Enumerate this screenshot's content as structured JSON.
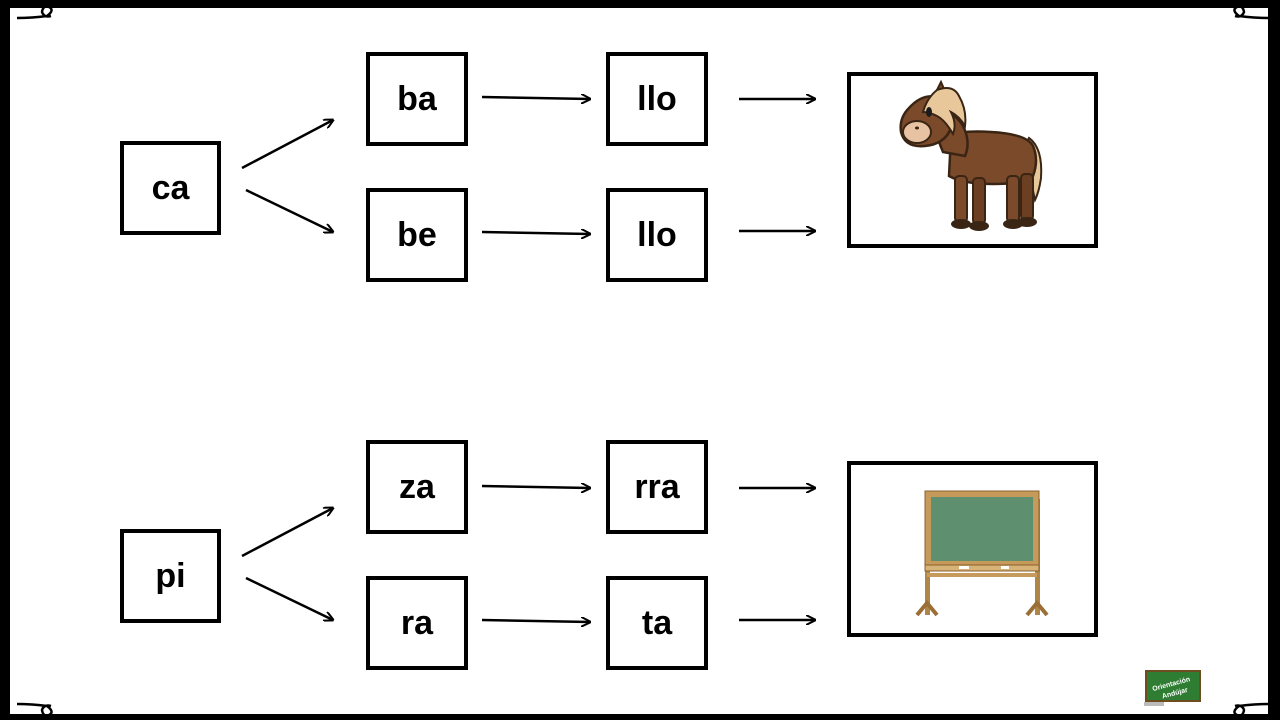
{
  "rows": [
    {
      "start": "ca",
      "branches": [
        {
          "middle": "ba",
          "end": "llo"
        },
        {
          "middle": "be",
          "end": "llo"
        }
      ],
      "picture": "horse-illustration"
    },
    {
      "start": "pi",
      "branches": [
        {
          "middle": "za",
          "end": "rra"
        },
        {
          "middle": "ra",
          "end": "ta"
        }
      ],
      "picture": "chalkboard-illustration"
    }
  ],
  "logo": {
    "line1": "Orientación",
    "line2": "Andújar"
  },
  "colors": {
    "frame": "#000000",
    "horse": "#7b4a2a",
    "mane": "#e8c79a",
    "board": "#5e8f6f",
    "wood": "#c59a5a",
    "logo_bg": "#2e7d32"
  }
}
